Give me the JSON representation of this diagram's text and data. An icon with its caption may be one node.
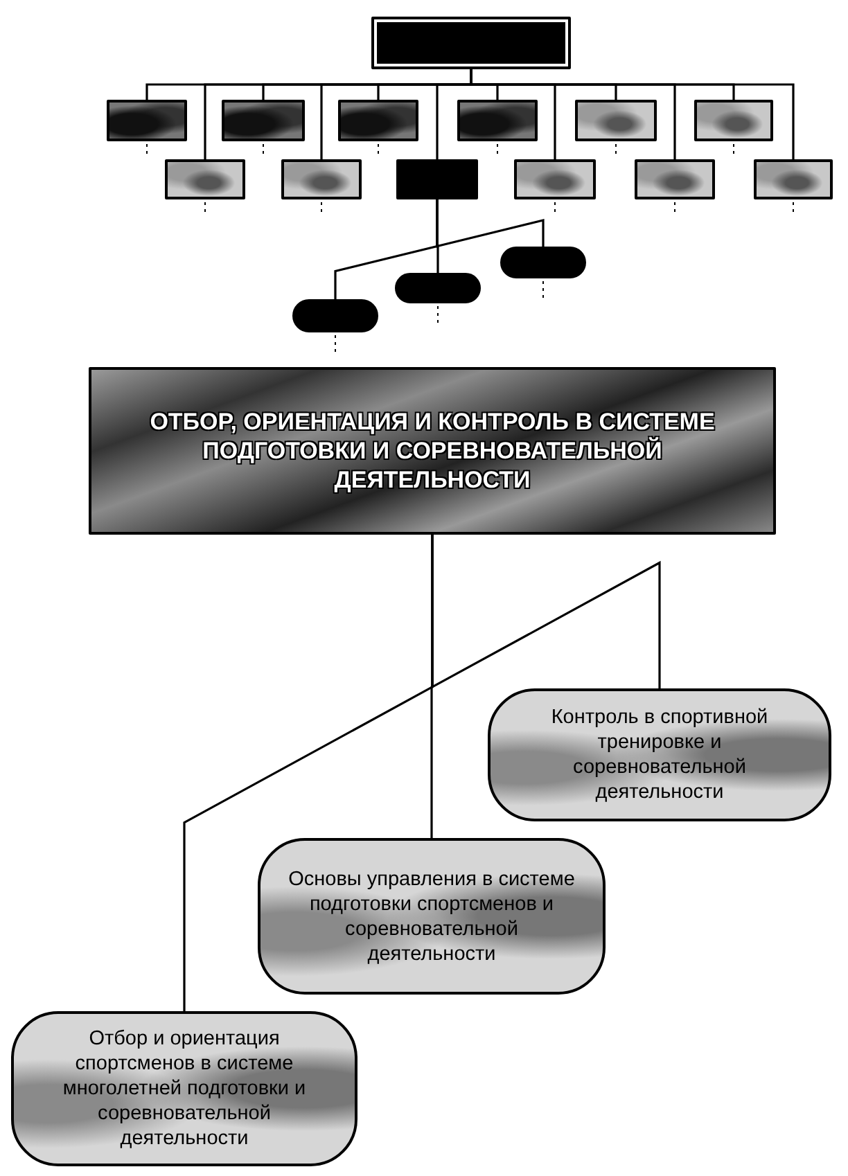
{
  "diagram": {
    "nodes": [
      {
        "text": [],
        "shape": "box"
      },
      {
        "text": [],
        "shape": "box"
      },
      {
        "text": [],
        "shape": "box"
      },
      {
        "text": [],
        "shape": "box"
      },
      {
        "text": [],
        "shape": "box"
      },
      {
        "text": [],
        "shape": "box"
      },
      {
        "text": [],
        "shape": "box"
      },
      {
        "text": [],
        "shape": "box"
      },
      {
        "text": [],
        "shape": "box"
      },
      {
        "text": [],
        "shape": "box"
      },
      {
        "text": [],
        "shape": "box"
      },
      {
        "text": [],
        "shape": "box"
      },
      {
        "text": [],
        "shape": "box"
      },
      {
        "text": [],
        "shape": "pill"
      },
      {
        "text": [],
        "shape": "pill"
      },
      {
        "text": [],
        "shape": "pill"
      },
      {
        "text": [
          "ОТБОР, ОРИЕНТАЦИЯ И КОНТРОЛЬ В СИСТЕМЕ ПОДГОТОВКИ И СОРЕВНОВАТЕЛЬНОЙ ДЕЯТЕЛЬНОСТИ"
        ]
      },
      {
        "text": [
          "Контроль в спортивной тренировке и соревновательной деятельности"
        ]
      },
      {
        "text": [
          "Основы управления в системе подготовки спортсменов и соревновательной деятельности"
        ]
      },
      {
        "text": [
          "Отбор и ориентация спортсменов в системе многолетней подготовки и соревновательной деятельности"
        ]
      }
    ],
    "edges": [
      {
        "from": 0,
        "to": 1,
        "arrow": "none"
      },
      {
        "from": 0,
        "to": 2,
        "arrow": "none"
      },
      {
        "from": 0,
        "to": 3,
        "arrow": "none"
      },
      {
        "from": 0,
        "to": 4,
        "arrow": "none"
      },
      {
        "from": 0,
        "to": 5,
        "arrow": "none"
      },
      {
        "from": 0,
        "to": 6,
        "arrow": "none"
      },
      {
        "from": 0,
        "to": 7,
        "arrow": "none"
      },
      {
        "from": 0,
        "to": 8,
        "arrow": "none"
      },
      {
        "from": 0,
        "to": 9,
        "arrow": "none"
      },
      {
        "from": 0,
        "to": 10,
        "arrow": "none"
      },
      {
        "from": 0,
        "to": 11,
        "arrow": "none"
      },
      {
        "from": 0,
        "to": 12,
        "arrow": "none"
      },
      {
        "from": 9,
        "to": 13,
        "arrow": "none"
      },
      {
        "from": 9,
        "to": 14,
        "arrow": "none"
      },
      {
        "from": 9,
        "to": 15,
        "arrow": "none"
      },
      {
        "from": 16,
        "to": 17,
        "arrow": "none"
      },
      {
        "from": 16,
        "to": 18,
        "arrow": "none"
      },
      {
        "from": 16,
        "to": 19,
        "arrow": "none"
      }
    ]
  }
}
